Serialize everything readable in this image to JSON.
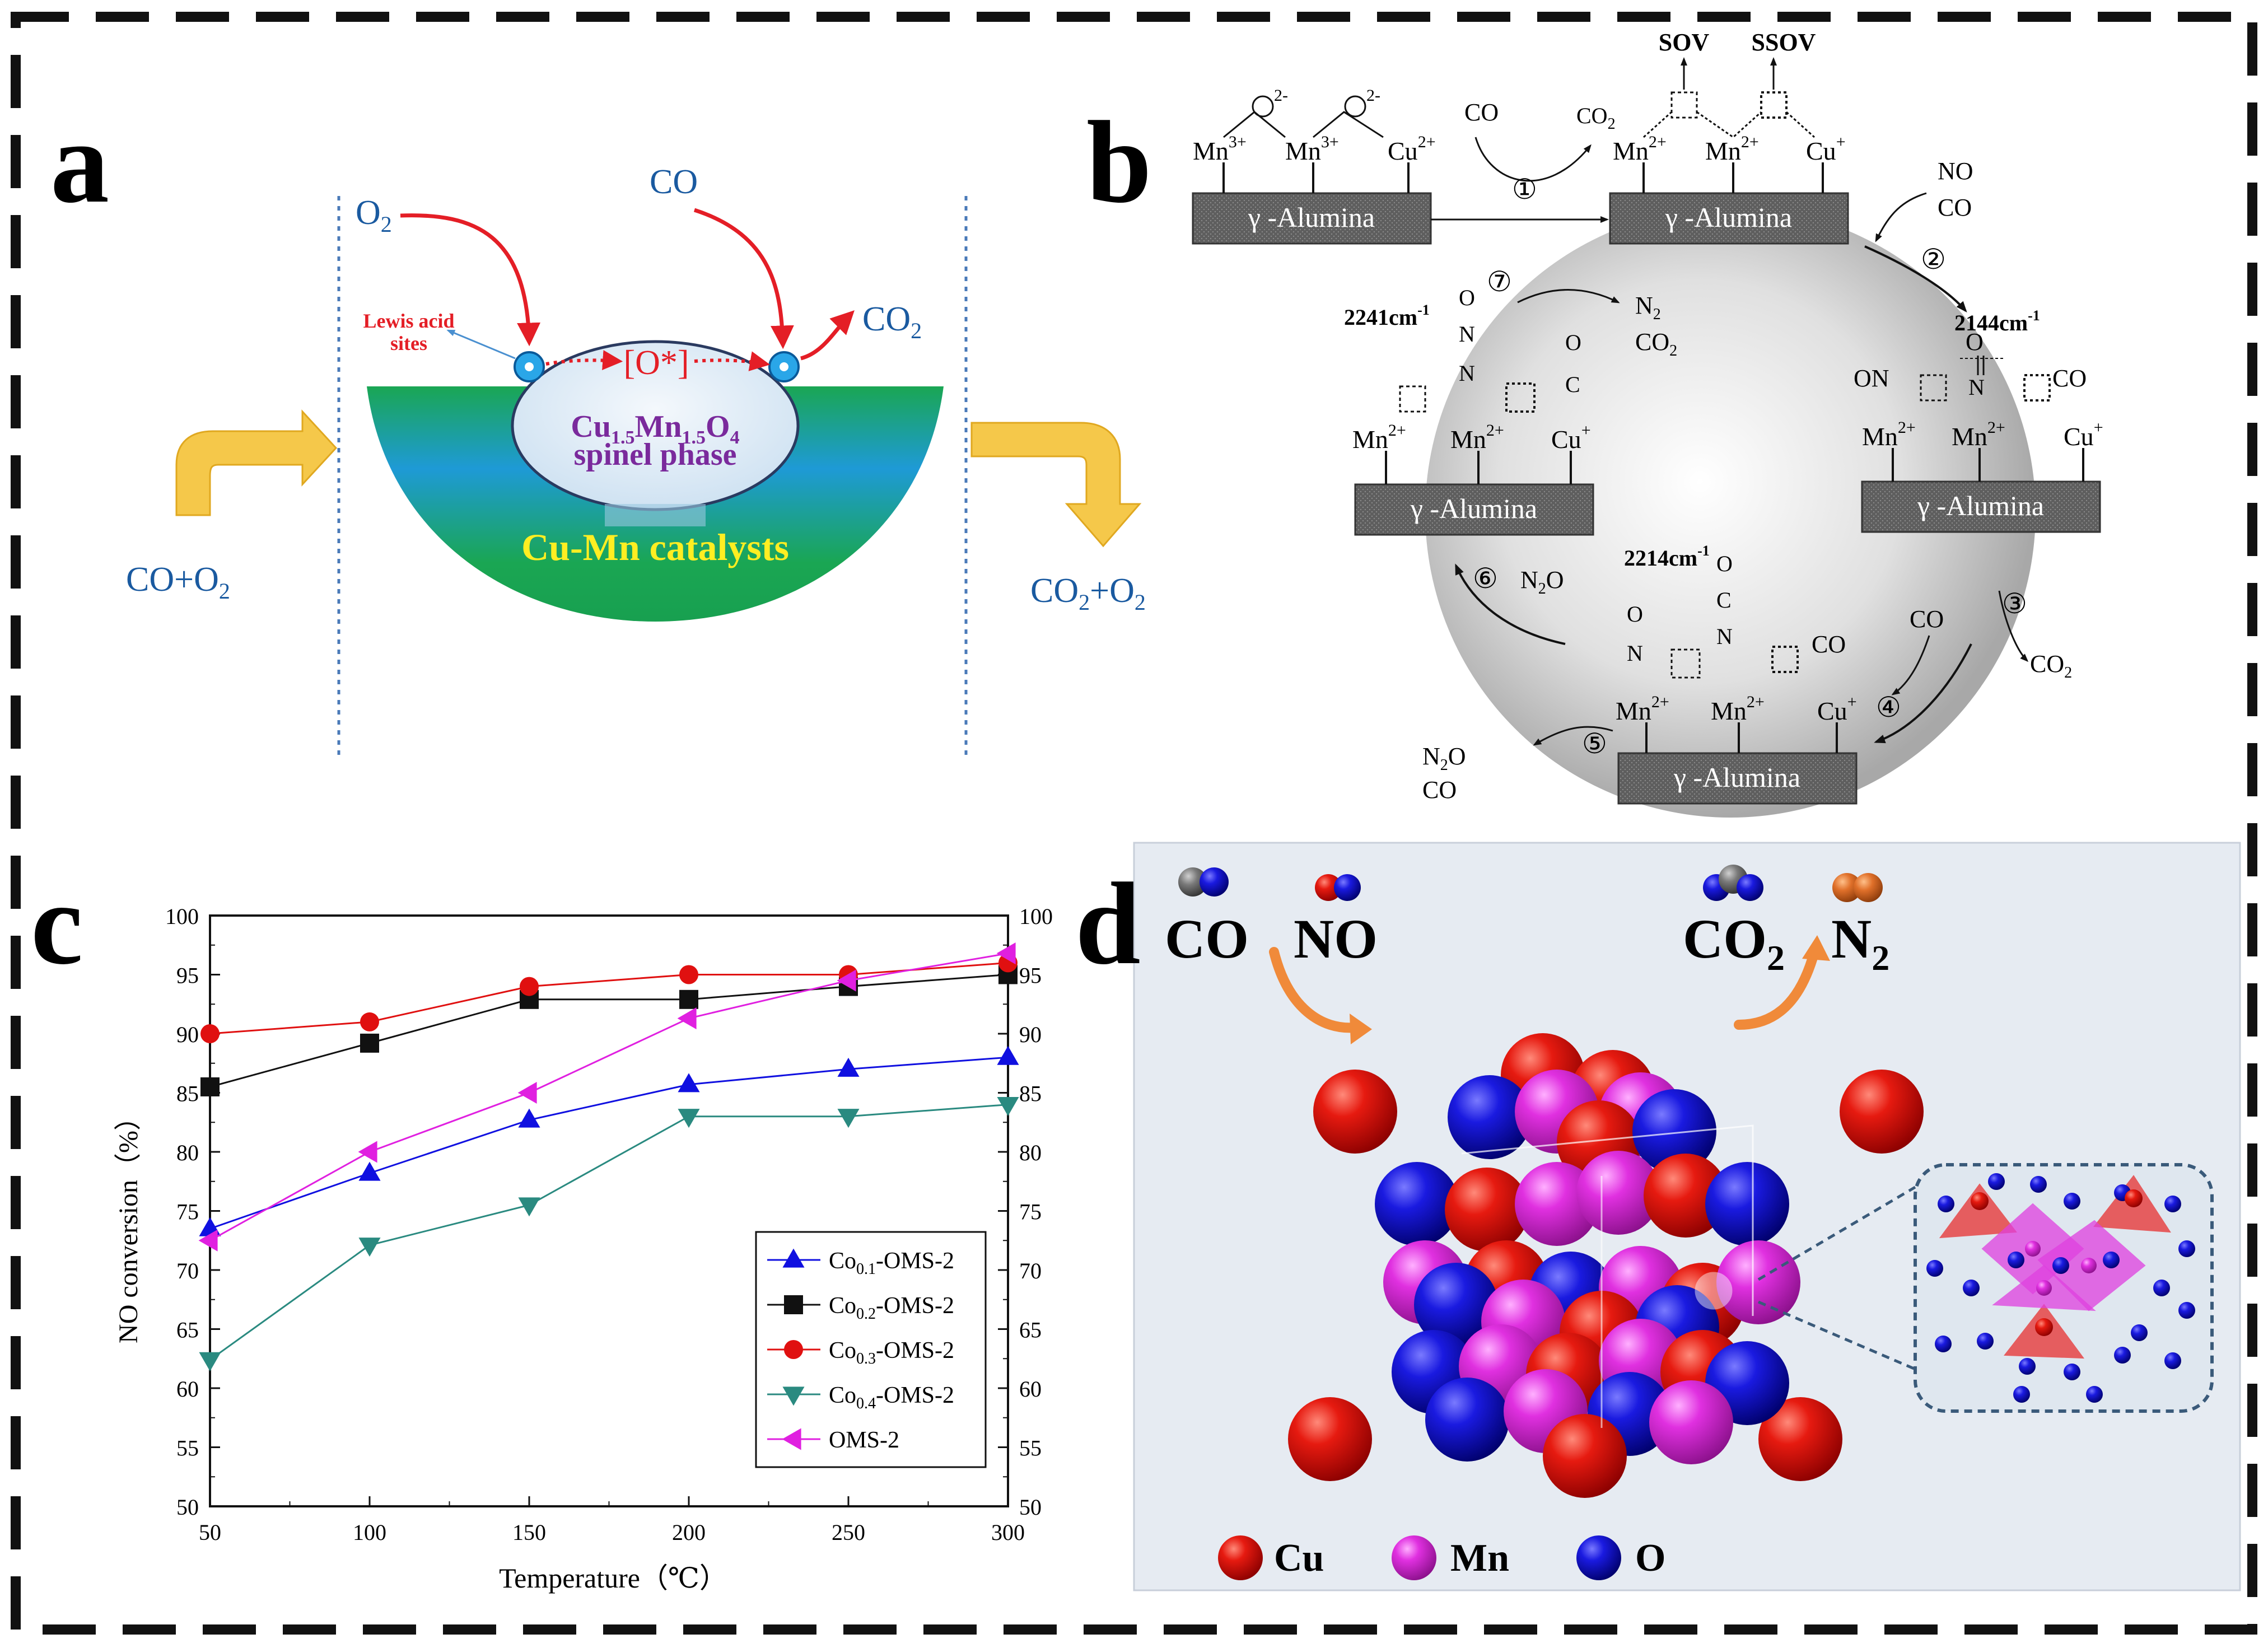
{
  "colors": {
    "blue_text": "#1a5aa0",
    "red_arrow": "#e41e26",
    "purple_text": "#7a2a9c",
    "catalyst_green": "#1aa653",
    "catalyst_blue": "#1e9ad6",
    "yellow_arrow": "#f5c84a",
    "alumina_gray": "#6a6a6a",
    "cu_red": "#d01010",
    "mn_magenta": "#e030e0",
    "o_blue": "#1010c8"
  },
  "panel_a": {
    "letter": "a",
    "o2": "O",
    "o2_sub": "2",
    "co": "CO",
    "co2": "CO",
    "co2_sub": "2",
    "lewis_line1": "Lewis acid",
    "lewis_line2": "sites",
    "o_star": "[O*]",
    "spinel_line1_a": "Cu",
    "spinel_line1_a_sub": "1.5",
    "spinel_line1_b": "Mn",
    "spinel_line1_b_sub": "1.5",
    "spinel_line1_c": "O",
    "spinel_line1_c_sub": "4",
    "spinel_line2": "spinel phase",
    "catalyst": "Cu-Mn catalysts",
    "input": "CO+O",
    "input_sub": "2",
    "output_a": "CO",
    "output_a_sub": "2",
    "output_b": "+O",
    "output_b_sub": "2"
  },
  "panel_b": {
    "letter": "b",
    "alumina": "γ -Alumina",
    "sov": "SOV",
    "ssov": "SSOV",
    "co": "CO",
    "co2": "CO",
    "co2_sub": "2",
    "no": "NO",
    "n2": "N",
    "n2_sub": "2",
    "n2o": "N",
    "n2o_sub": "2",
    "n2o_o": "O",
    "on": "ON",
    "mn3": "Mn",
    "mn3_sup": "3+",
    "mn2": "Mn",
    "mn2_sup": "2+",
    "cu2": "Cu",
    "cu2_sup": "2+",
    "cu1": "Cu",
    "cu1_sup": "+",
    "o2minus": "O",
    "o2minus_sup": "2-",
    "wn_2241": "2241cm",
    "wn_2144": "2144cm",
    "wn_2214": "2214cm",
    "wn_sup": "-1",
    "step1": "①",
    "step2": "②",
    "step3": "③",
    "step4": "④",
    "step5": "⑤",
    "step6": "⑥",
    "step7": "⑦"
  },
  "panel_c": {
    "letter": "c",
    "legend": [
      {
        "pre": "Co",
        "sub": "0.1",
        "post": "-OMS-2"
      },
      {
        "pre": "Co",
        "sub": "0.2",
        "post": "-OMS-2"
      },
      {
        "pre": "Co",
        "sub": "0.3",
        "post": "-OMS-2"
      },
      {
        "pre": "Co",
        "sub": "0.4",
        "post": "-OMS-2"
      },
      {
        "pre": "OMS-2",
        "sub": "",
        "post": ""
      }
    ]
  },
  "chart_data": {
    "type": "line",
    "title": "",
    "xlabel": "Temperature（℃）",
    "ylabel": "NO conversion（%）",
    "x": [
      50,
      100,
      150,
      200,
      250,
      300
    ],
    "xlim": [
      50,
      300
    ],
    "ylim": [
      50,
      100
    ],
    "xticks": [
      50,
      100,
      150,
      200,
      250,
      300
    ],
    "yticks": [
      50,
      55,
      60,
      65,
      70,
      75,
      80,
      85,
      90,
      95,
      100
    ],
    "right_axis_mirrors_left": true,
    "grid": false,
    "legend_position": "bottom-right",
    "series": [
      {
        "name": "Co0.1-OMS-2",
        "marker": "triangle-up",
        "color": "#1010e0",
        "values": [
          73.5,
          78.2,
          82.7,
          85.7,
          87.0,
          88.0
        ]
      },
      {
        "name": "Co0.2-OMS-2",
        "marker": "square",
        "color": "#111111",
        "values": [
          85.5,
          89.2,
          92.9,
          92.9,
          94.0,
          95.0
        ]
      },
      {
        "name": "Co0.3-OMS-2",
        "marker": "circle",
        "color": "#e01010",
        "values": [
          90.0,
          91.0,
          94.0,
          95.0,
          95.0,
          96.0
        ]
      },
      {
        "name": "Co0.4-OMS-2",
        "marker": "triangle-down",
        "color": "#2a8a80",
        "values": [
          62.4,
          72.1,
          75.5,
          83.0,
          83.0,
          84.0
        ]
      },
      {
        "name": "OMS-2",
        "marker": "triangle-left",
        "color": "#e020e0",
        "values": [
          72.5,
          80.0,
          85.0,
          91.3,
          94.5,
          96.8
        ]
      }
    ]
  },
  "panel_d": {
    "letter": "d",
    "co": "CO",
    "no": "NO",
    "co2": "CO",
    "co2_sub": "2",
    "n2": "N",
    "n2_sub": "2",
    "legend_cu": "Cu",
    "legend_mn": "Mn",
    "legend_o": "O"
  }
}
